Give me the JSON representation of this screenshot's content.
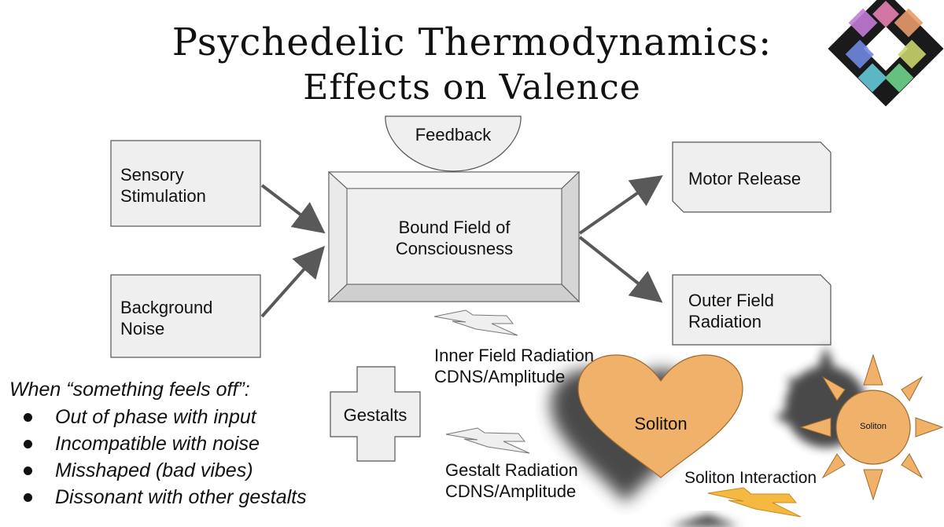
{
  "title": {
    "line1": "Psychedelic Thermodynamics:",
    "line2": "Effects on Valence"
  },
  "nodes": {
    "sensory": "Sensory\nStimulation",
    "background": "Background\nNoise",
    "feedback": "Feedback",
    "bound_field": "Bound Field of\nConsciousness",
    "motor": "Motor Release",
    "outer_field": "Outer Field\nRadiation",
    "gestalts": "Gestalts",
    "soliton_heart": "Soliton",
    "soliton_sun": "Soliton"
  },
  "labels": {
    "inner_radiation": "Inner Field Radiation\nCDNS/Amplitude",
    "gestalt_radiation": "Gestalt Radiation\nCDNS/Amplitude",
    "soliton_interaction": "Soliton Interaction"
  },
  "note": {
    "heading": "When “something feels off”:",
    "items": [
      "Out of phase with input",
      "Incompatible with noise",
      "Misshaped (bad vibes)",
      "Dissonant with other gestalts"
    ]
  },
  "colors": {
    "box_fill": "#efefef",
    "box_stroke": "#555555",
    "arrow": "#595959",
    "soliton_orange": "#f0b26b",
    "soliton_stroke": "#a06a2a",
    "bolt_yellow": "#f5b942",
    "shadow": "#3f3f3f"
  },
  "logo": "diamond-ring-logo"
}
